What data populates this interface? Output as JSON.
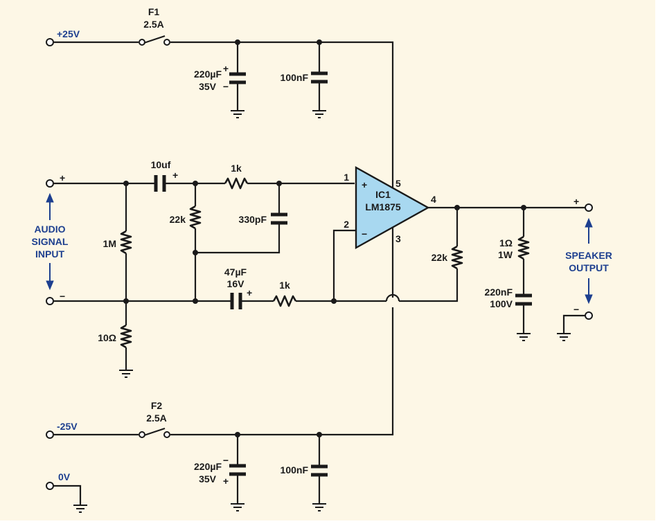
{
  "colors": {
    "background": "#fdf7e6",
    "wire": "#1a1a1a",
    "opamp_fill": "#a8d8f0",
    "arrow_blue": "#1d3f8f"
  },
  "supply": {
    "pos": {
      "label": "+25V",
      "fuse_name": "F1",
      "fuse_rating": "2.5A",
      "cap_value": "220µF",
      "cap_voltage": "35V",
      "cap2_value": "100nF"
    },
    "neg": {
      "label": "-25V",
      "fuse_name": "F2",
      "fuse_rating": "2.5A",
      "cap_value": "220µF",
      "cap_voltage": "35V",
      "cap2_value": "100nF"
    },
    "ground": "0V"
  },
  "input": {
    "label_lines": [
      "AUDIO",
      "SIGNAL",
      "INPUT"
    ],
    "plus": "+",
    "minus": "−",
    "cap": "10uf",
    "shunt_r": "1M",
    "gnd_r": "10Ω",
    "bias_r": "22k",
    "series_r": "1k",
    "filter_cap": "330pF"
  },
  "feedback": {
    "cap_value": "47µF",
    "cap_voltage": "16V",
    "r1": "1k",
    "r2": "22k"
  },
  "ic": {
    "name": "IC1",
    "part": "LM1875",
    "pins": {
      "in_plus": "1",
      "in_minus": "2",
      "vminus": "3",
      "out": "4",
      "vplus": "5"
    },
    "plus_sym": "+",
    "minus_sym": "−"
  },
  "output": {
    "label_lines": [
      "SPEAKER",
      "OUTPUT"
    ],
    "plus": "+",
    "minus": "−",
    "zobel_r": "1Ω",
    "zobel_r_power": "1W",
    "zobel_c": "220nF",
    "zobel_c_voltage": "100V"
  }
}
